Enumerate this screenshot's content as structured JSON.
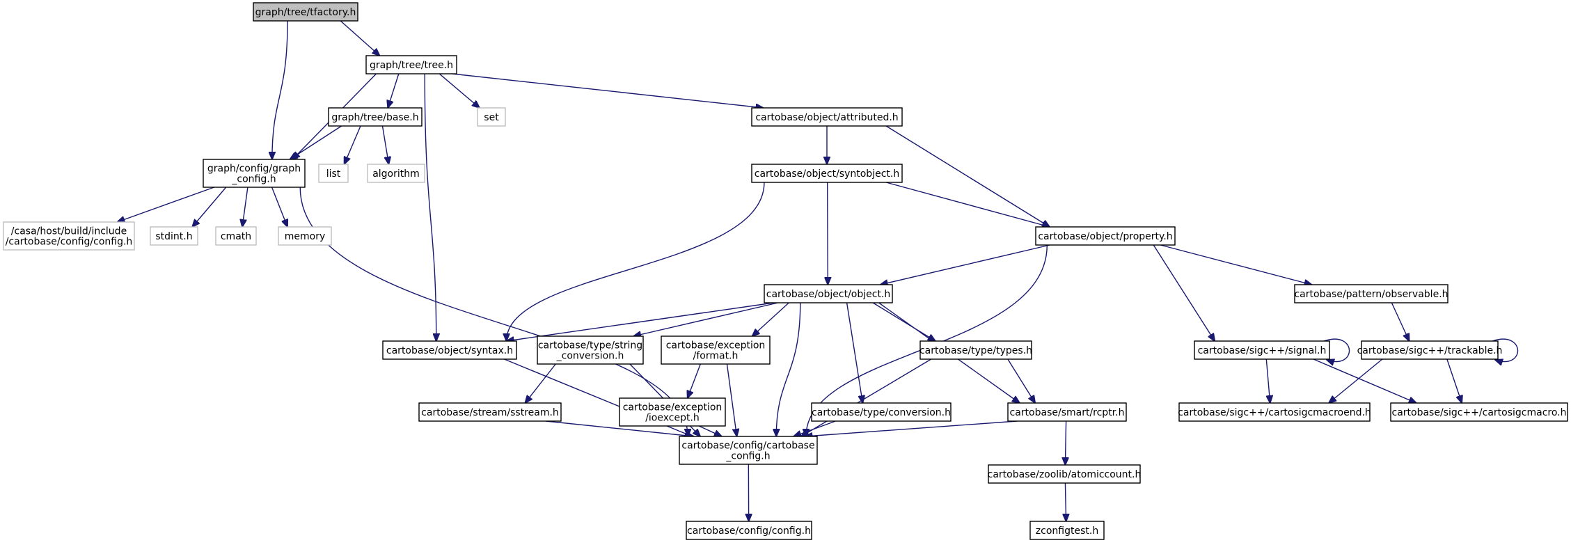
{
  "diagram": {
    "title": "",
    "nodes": [
      {
        "id": "tfactory",
        "lines": [
          "graph/tree/tfactory.h"
        ],
        "kind": "root"
      },
      {
        "id": "tree",
        "lines": [
          "graph/tree/tree.h"
        ],
        "kind": "file"
      },
      {
        "id": "graph_config",
        "lines": [
          "graph/config/graph",
          "_config.h"
        ],
        "kind": "file"
      },
      {
        "id": "base",
        "lines": [
          "graph/tree/base.h"
        ],
        "kind": "file"
      },
      {
        "id": "set",
        "lines": [
          "set"
        ],
        "kind": "external"
      },
      {
        "id": "attributed",
        "lines": [
          "cartobase/object/attributed.h"
        ],
        "kind": "file"
      },
      {
        "id": "syntax",
        "lines": [
          "cartobase/object/syntax.h"
        ],
        "kind": "file"
      },
      {
        "id": "casa_config",
        "lines": [
          "/casa/host/build/include",
          "/cartobase/config/config.h"
        ],
        "kind": "external"
      },
      {
        "id": "stdint",
        "lines": [
          "stdint.h"
        ],
        "kind": "external"
      },
      {
        "id": "cmath",
        "lines": [
          "cmath"
        ],
        "kind": "external"
      },
      {
        "id": "memory",
        "lines": [
          "memory"
        ],
        "kind": "external"
      },
      {
        "id": "cartobase_config",
        "lines": [
          "cartobase/config/cartobase",
          "_config.h"
        ],
        "kind": "file"
      },
      {
        "id": "list",
        "lines": [
          "list"
        ],
        "kind": "external"
      },
      {
        "id": "algorithm",
        "lines": [
          "algorithm"
        ],
        "kind": "external"
      },
      {
        "id": "syntobject",
        "lines": [
          "cartobase/object/syntobject.h"
        ],
        "kind": "file"
      },
      {
        "id": "property",
        "lines": [
          "cartobase/object/property.h"
        ],
        "kind": "file"
      },
      {
        "id": "object",
        "lines": [
          "cartobase/object/object.h"
        ],
        "kind": "file"
      },
      {
        "id": "config",
        "lines": [
          "cartobase/config/config.h"
        ],
        "kind": "file"
      },
      {
        "id": "string_conversion",
        "lines": [
          "cartobase/type/string",
          "_conversion.h"
        ],
        "kind": "file"
      },
      {
        "id": "format",
        "lines": [
          "cartobase/exception",
          "/format.h"
        ],
        "kind": "file"
      },
      {
        "id": "types",
        "lines": [
          "cartobase/type/types.h"
        ],
        "kind": "file"
      },
      {
        "id": "conversion",
        "lines": [
          "cartobase/type/conversion.h"
        ],
        "kind": "file"
      },
      {
        "id": "rcptr",
        "lines": [
          "cartobase/smart/rcptr.h"
        ],
        "kind": "file"
      },
      {
        "id": "sstream",
        "lines": [
          "cartobase/stream/sstream.h"
        ],
        "kind": "file"
      },
      {
        "id": "ioexcept",
        "lines": [
          "cartobase/exception",
          "/ioexcept.h"
        ],
        "kind": "file"
      },
      {
        "id": "atomiccount",
        "lines": [
          "cartobase/zoolib/atomiccount.h"
        ],
        "kind": "file"
      },
      {
        "id": "zconfigtest",
        "lines": [
          "zconfigtest.h"
        ],
        "kind": "file"
      },
      {
        "id": "observable",
        "lines": [
          "cartobase/pattern/observable.h"
        ],
        "kind": "file"
      },
      {
        "id": "signal",
        "lines": [
          "cartobase/sigc++/signal.h"
        ],
        "kind": "file"
      },
      {
        "id": "cartosigcmacroend",
        "lines": [
          "cartobase/sigc++/cartosigcmacroend.h"
        ],
        "kind": "file"
      },
      {
        "id": "trackable",
        "lines": [
          "cartobase/sigc++/trackable.h"
        ],
        "kind": "file"
      },
      {
        "id": "cartosigcmacro",
        "lines": [
          "cartobase/sigc++/cartosigcmacro.h"
        ],
        "kind": "file"
      }
    ],
    "edges": [
      [
        "tfactory",
        "tree"
      ],
      [
        "tfactory",
        "graph_config"
      ],
      [
        "tree",
        "graph_config"
      ],
      [
        "tree",
        "base"
      ],
      [
        "tree",
        "set"
      ],
      [
        "tree",
        "attributed"
      ],
      [
        "tree",
        "syntax"
      ],
      [
        "graph_config",
        "casa_config"
      ],
      [
        "graph_config",
        "stdint"
      ],
      [
        "graph_config",
        "cmath"
      ],
      [
        "graph_config",
        "memory"
      ],
      [
        "graph_config",
        "cartobase_config"
      ],
      [
        "base",
        "graph_config"
      ],
      [
        "base",
        "list"
      ],
      [
        "base",
        "algorithm"
      ],
      [
        "attributed",
        "syntobject"
      ],
      [
        "attributed",
        "property"
      ],
      [
        "syntobject",
        "syntax"
      ],
      [
        "syntobject",
        "object"
      ],
      [
        "syntobject",
        "property"
      ],
      [
        "property",
        "object"
      ],
      [
        "property",
        "cartobase_config"
      ],
      [
        "property",
        "observable"
      ],
      [
        "property",
        "signal"
      ],
      [
        "object",
        "syntax"
      ],
      [
        "object",
        "string_conversion"
      ],
      [
        "object",
        "format"
      ],
      [
        "object",
        "cartobase_config"
      ],
      [
        "object",
        "conversion"
      ],
      [
        "object",
        "types"
      ],
      [
        "object",
        "rcptr"
      ],
      [
        "syntax",
        "cartobase_config"
      ],
      [
        "string_conversion",
        "sstream"
      ],
      [
        "string_conversion",
        "cartobase_config"
      ],
      [
        "format",
        "ioexcept"
      ],
      [
        "format",
        "cartobase_config"
      ],
      [
        "types",
        "cartobase_config"
      ],
      [
        "types",
        "rcptr"
      ],
      [
        "sstream",
        "cartobase_config"
      ],
      [
        "ioexcept",
        "cartobase_config"
      ],
      [
        "conversion",
        "cartobase_config"
      ],
      [
        "rcptr",
        "cartobase_config"
      ],
      [
        "rcptr",
        "atomiccount"
      ],
      [
        "atomiccount",
        "zconfigtest"
      ],
      [
        "cartobase_config",
        "config"
      ],
      [
        "observable",
        "trackable"
      ],
      [
        "signal",
        "signal"
      ],
      [
        "signal",
        "cartosigcmacroend"
      ],
      [
        "signal",
        "cartosigcmacro"
      ],
      [
        "trackable",
        "trackable"
      ],
      [
        "trackable",
        "cartosigcmacroend"
      ],
      [
        "trackable",
        "cartosigcmacro"
      ]
    ]
  }
}
